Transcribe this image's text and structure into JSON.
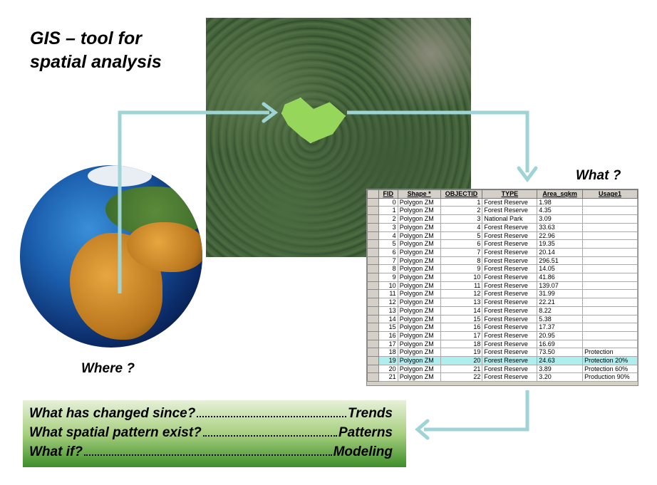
{
  "title": {
    "line1": "GIS – tool for",
    "line2": "spatial analysis"
  },
  "labels": {
    "where": "Where ?",
    "what": "What ?"
  },
  "arrow_color": "#9fd4d6",
  "table": {
    "headers": [
      "FID",
      "Shape *",
      "OBJECTID",
      "TYPE",
      "Area_sqkm",
      "Usage1"
    ],
    "highlight_row": 19,
    "rows": [
      [
        "0",
        "Polygon ZM",
        "1",
        "Forest Reserve",
        "1.98",
        ""
      ],
      [
        "1",
        "Polygon ZM",
        "2",
        "Forest Reserve",
        "4.35",
        ""
      ],
      [
        "2",
        "Polygon ZM",
        "3",
        "National Park",
        "3.09",
        ""
      ],
      [
        "3",
        "Polygon ZM",
        "4",
        "Forest Reserve",
        "33.63",
        ""
      ],
      [
        "4",
        "Polygon ZM",
        "5",
        "Forest Reserve",
        "22.96",
        ""
      ],
      [
        "5",
        "Polygon ZM",
        "6",
        "Forest Reserve",
        "19.35",
        ""
      ],
      [
        "6",
        "Polygon ZM",
        "7",
        "Forest Reserve",
        "20.14",
        ""
      ],
      [
        "7",
        "Polygon ZM",
        "8",
        "Forest Reserve",
        "296.51",
        ""
      ],
      [
        "8",
        "Polygon ZM",
        "9",
        "Forest Reserve",
        "14.05",
        ""
      ],
      [
        "9",
        "Polygon ZM",
        "10",
        "Forest Reserve",
        "41.86",
        ""
      ],
      [
        "10",
        "Polygon ZM",
        "11",
        "Forest Reserve",
        "139.07",
        ""
      ],
      [
        "11",
        "Polygon ZM",
        "12",
        "Forest Reserve",
        "31.99",
        ""
      ],
      [
        "12",
        "Polygon ZM",
        "13",
        "Forest Reserve",
        "22.21",
        ""
      ],
      [
        "13",
        "Polygon ZM",
        "14",
        "Forest Reserve",
        "8.22",
        ""
      ],
      [
        "14",
        "Polygon ZM",
        "15",
        "Forest Reserve",
        "5.38",
        ""
      ],
      [
        "15",
        "Polygon ZM",
        "16",
        "Forest Reserve",
        "17.37",
        ""
      ],
      [
        "16",
        "Polygon ZM",
        "17",
        "Forest Reserve",
        "20.95",
        ""
      ],
      [
        "17",
        "Polygon ZM",
        "18",
        "Forest Reserve",
        "16.69",
        ""
      ],
      [
        "18",
        "Polygon ZM",
        "19",
        "Forest Reserve",
        "73.50",
        "Protection"
      ],
      [
        "19",
        "Polygon ZM",
        "20",
        "Forest Reserve",
        "24.63",
        "Protection 20%"
      ],
      [
        "20",
        "Polygon ZM",
        "21",
        "Forest Reserve",
        "3.89",
        "Protection 60%"
      ],
      [
        "21",
        "Polygon ZM",
        "22",
        "Forest Reserve",
        "3.20",
        "Production 90%"
      ]
    ]
  },
  "questions": [
    {
      "q": "What has changed since?",
      "a": "Trends"
    },
    {
      "q": "What spatial pattern exist?",
      "a": "Patterns"
    },
    {
      "q": "What if?",
      "a": "Modeling"
    }
  ]
}
